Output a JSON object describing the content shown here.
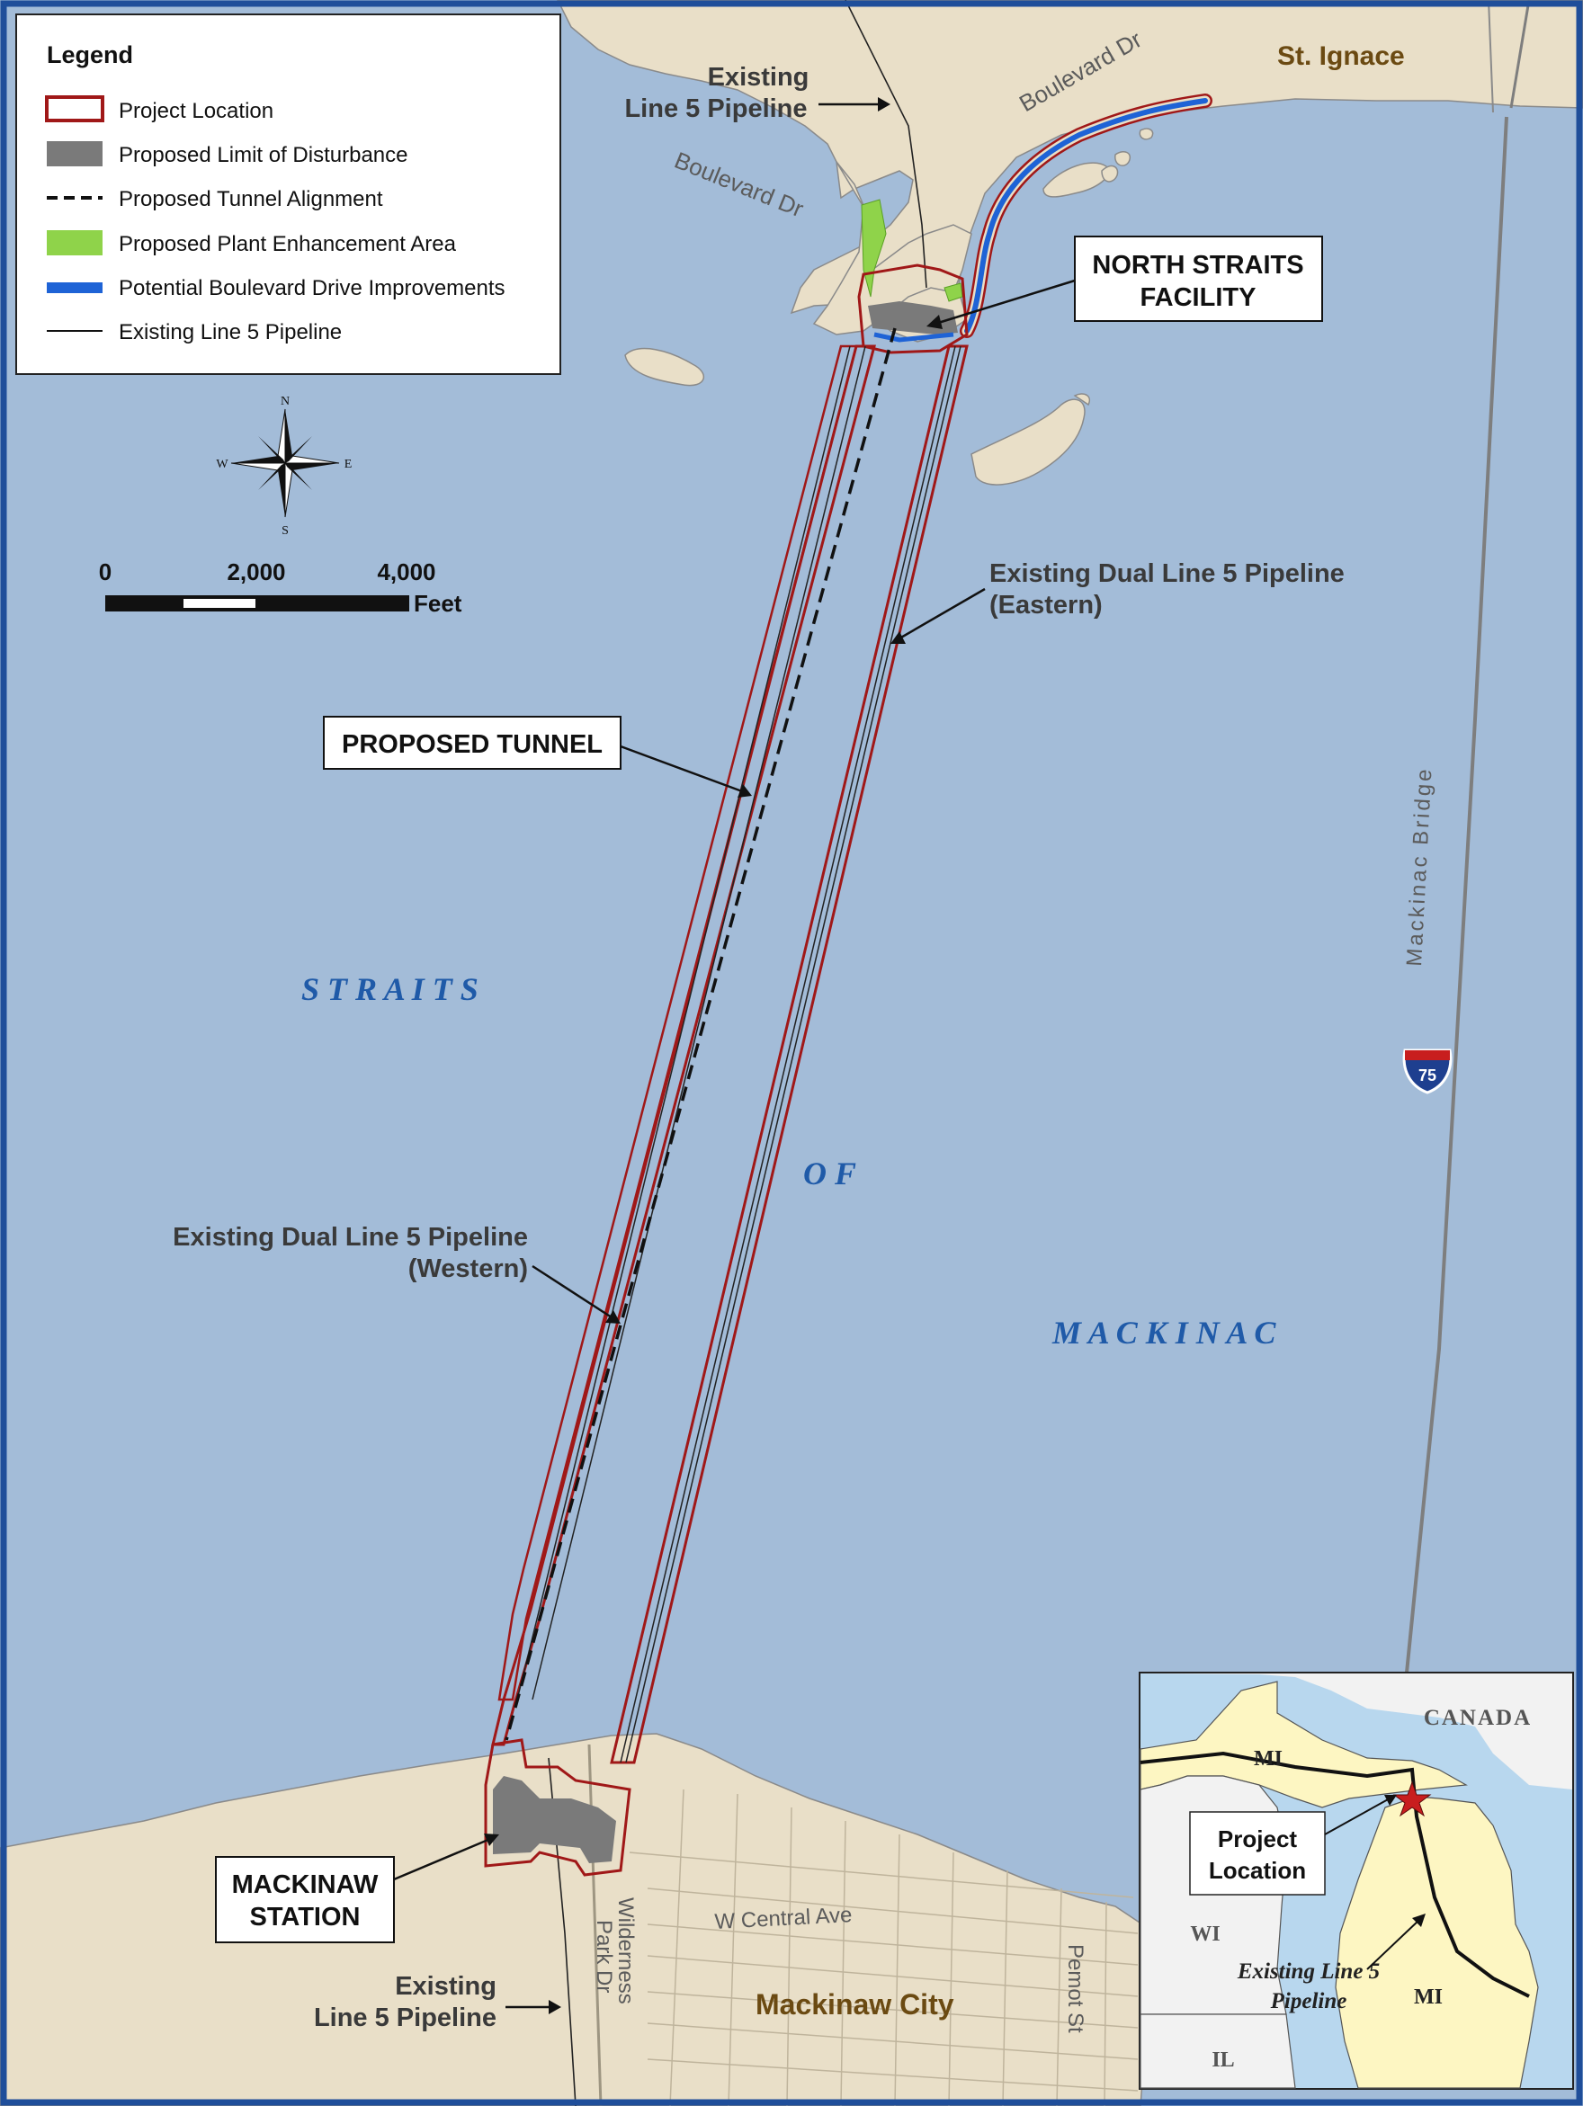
{
  "legend": {
    "title": "Legend",
    "items": [
      {
        "label": "Project Location",
        "symbol": "red-outline-box-icon"
      },
      {
        "label": "Proposed Limit of Disturbance",
        "symbol": "gray-fill-box-icon"
      },
      {
        "label": "Proposed Tunnel Alignment",
        "symbol": "dashed-line-icon"
      },
      {
        "label": "Proposed Plant Enhancement Area",
        "symbol": "green-fill-box-icon"
      },
      {
        "label": "Potential Boulevard Drive Improvements",
        "symbol": "blue-line-icon"
      },
      {
        "label": "Existing Line 5 Pipeline",
        "symbol": "thin-black-line-icon"
      }
    ]
  },
  "compass": {
    "n": "N",
    "s": "S",
    "e": "E",
    "w": "W"
  },
  "scale_bar": {
    "ticks": [
      "0",
      "2,000",
      "4,000"
    ],
    "unit": "Feet"
  },
  "places": {
    "st_ignace": "St. Ignace",
    "mackinaw_city": "Mackinaw City",
    "straits_word1": "S T R A I T S",
    "straits_word2": "O F",
    "straits_word3": "M A C K I N A C",
    "bridge": "Mackinac Bridge",
    "interstate": "75"
  },
  "roads": {
    "boulevard_top": "Boulevard Dr",
    "boulevard_left": "Boulevard Dr",
    "w_central": "W Central Ave",
    "wilderness_1": "Wilderness",
    "wilderness_2": "Park Dr",
    "pemot": "Pemot St"
  },
  "callouts": {
    "north_pipeline_1": "Existing",
    "north_pipeline_2": "Line 5 Pipeline",
    "north_straits_1": "NORTH STRAITS",
    "north_straits_2": "FACILITY",
    "eastern_1": "Existing Dual Line 5 Pipeline",
    "eastern_2": "(Eastern)",
    "proposed_tunnel": "PROPOSED TUNNEL",
    "western_1": "Existing Dual Line 5 Pipeline",
    "western_2": "(Western)",
    "mackinaw_station_1": "MACKINAW",
    "mackinaw_station_2": "STATION",
    "south_pipeline_1": "Existing",
    "south_pipeline_2": "Line 5 Pipeline"
  },
  "inset": {
    "canada": "CANADA",
    "mi_upper": "MI",
    "mi_lower": "MI",
    "wi": "WI",
    "il": "IL",
    "project_location_1": "Project",
    "project_location_2": "Location",
    "pipeline_1": "Existing Line 5",
    "pipeline_2": "Pipeline"
  },
  "colors": {
    "water": "#a3bcd8",
    "land": "#e9dfc8",
    "project_outline": "#a01818",
    "disturbance": "#7a7a7a",
    "plant_area": "#8fd34a",
    "boulevard_improvement": "#1e63d6",
    "frame": "#1f4e9a",
    "straits_text": "#1f5aa8",
    "town_text": "#6b4a12",
    "inset_land": "#fdf6c2",
    "inset_water": "#b8d7ee"
  }
}
